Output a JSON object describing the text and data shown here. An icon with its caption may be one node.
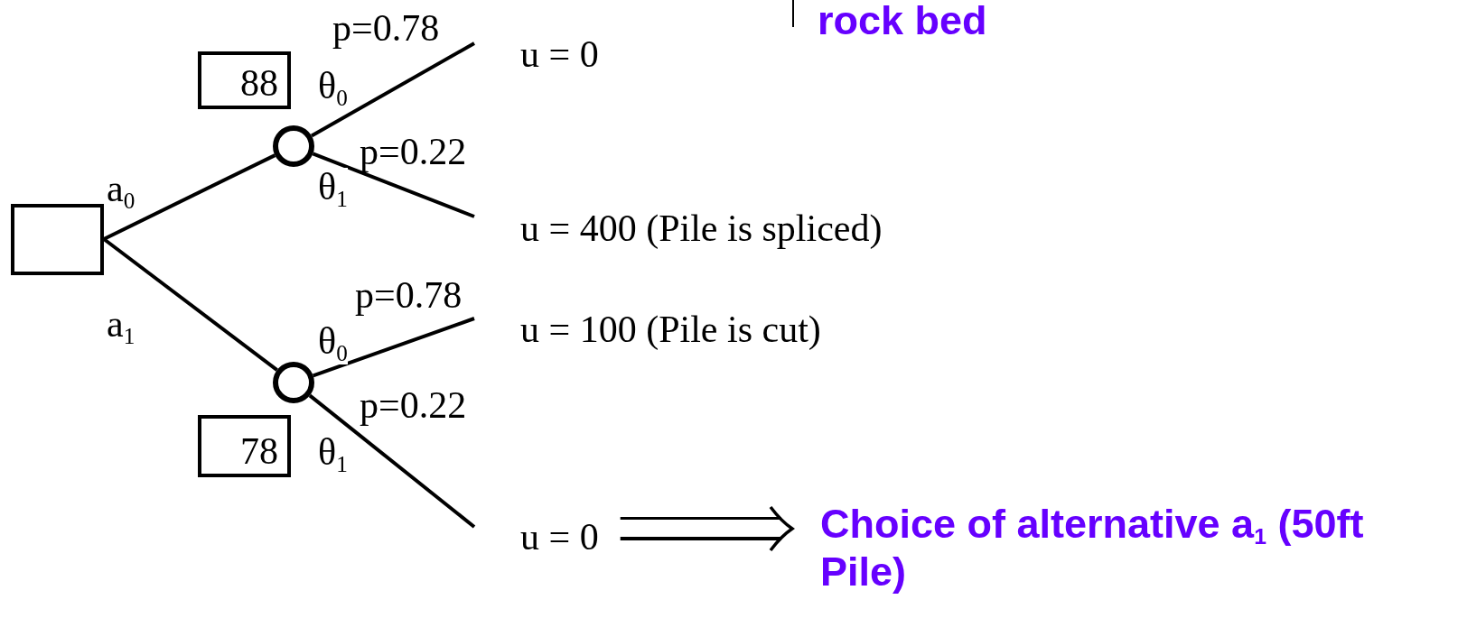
{
  "diagram": {
    "nodes": [
      {
        "text": [],
        "shape": "box"
      },
      {
        "text": [
          "88"
        ]
      },
      {
        "text": [],
        "shape": "circle"
      },
      {
        "text": [],
        "shape": "circle"
      },
      {
        "text": [
          "78"
        ]
      },
      {
        "text": [
          "u = 0"
        ]
      },
      {
        "text": [
          "u = 400 (Pile is spliced)"
        ]
      },
      {
        "text": [
          "u = 100 (Pile is cut)"
        ]
      },
      {
        "text": [
          "u = 0"
        ]
      },
      {
        "text": [
          "Choice of alternative a$_{1}$ (50ft Pile)"
        ]
      }
    ],
    "edges": [
      {
        "from": 0,
        "to": 2,
        "arrow": "none",
        "label": "a$_{0}$"
      },
      {
        "from": 0,
        "to": 3,
        "arrow": "none",
        "label": "a$_{1}$"
      },
      {
        "from": 2,
        "to": 5,
        "arrow": "none",
        "label": "θ$_{0}$"
      },
      {
        "from": 2,
        "to": 6,
        "arrow": "none",
        "label": "θ$_{1}$"
      },
      {
        "from": 3,
        "to": 7,
        "arrow": "none",
        "label": "θ$_{0}$"
      },
      {
        "from": 3,
        "to": 8,
        "arrow": "none",
        "label": "θ$_{1}$"
      },
      {
        "from": 8,
        "to": 9,
        "arrow": "to"
      }
    ],
    "labels": [
      "rock bed",
      "p=0.78",
      "p=0.22",
      "p=0.78",
      "p=0.22"
    ]
  }
}
